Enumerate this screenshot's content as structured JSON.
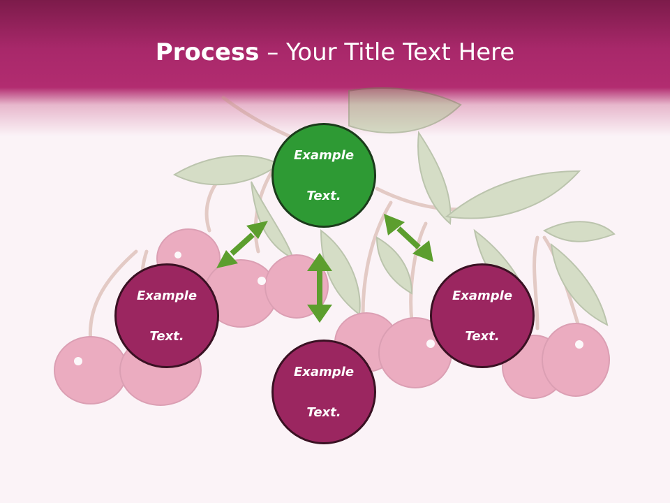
{
  "slide": {
    "title_bold": "Process",
    "title_rest": " – Your Title Text Here"
  },
  "nodes": [
    {
      "id": "top",
      "line1": "Example",
      "line2": "Text."
    },
    {
      "id": "left",
      "line1": "Example",
      "line2": "Text."
    },
    {
      "id": "right",
      "line1": "Example",
      "line2": "Text."
    },
    {
      "id": "bottom",
      "line1": "Example",
      "line2": "Text."
    }
  ],
  "colors": {
    "header": "#b22c70",
    "center_node": "#2e9a34",
    "outer_node": "#9b2660",
    "arrow": "#5c9e2e"
  },
  "icons": {
    "background": "cherries-illustration",
    "arrows": "double-headed-arrow"
  }
}
